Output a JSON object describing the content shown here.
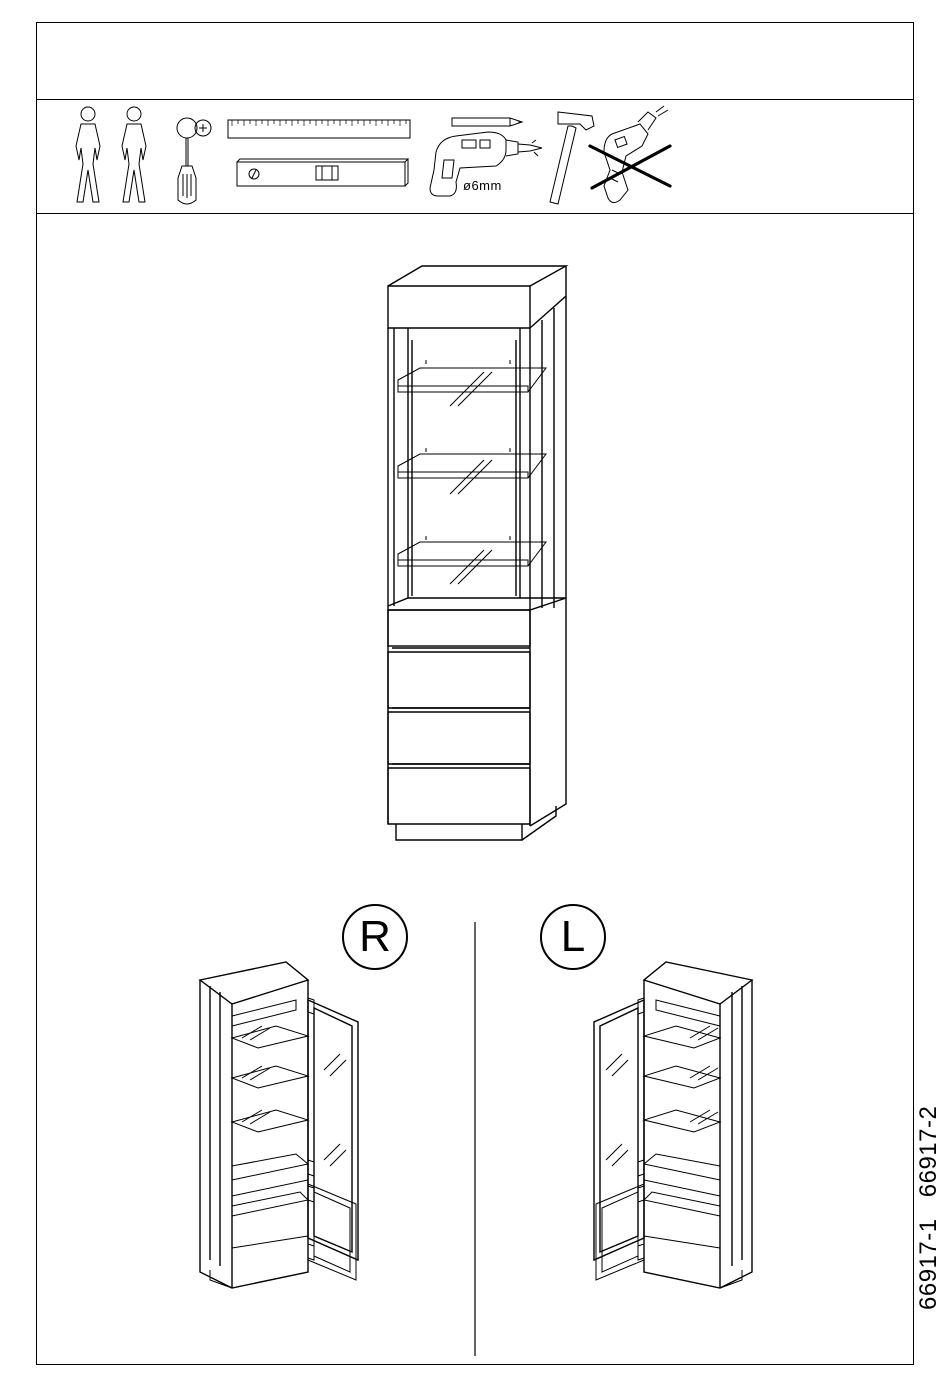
{
  "tools": {
    "people_icon": "two-people-icon",
    "screwdriver_icon": "phillips-screwdriver-icon",
    "ruler_icon": "ruler-icon",
    "level_icon": "spirit-level-icon",
    "pencil_icon": "pencil-icon",
    "drill_icon": "drill-icon",
    "drill_bit_label": "ø6mm",
    "hammer_icon": "hammer-icon",
    "no_power_drill_icon": "crossed-out-power-drill-icon"
  },
  "variants": {
    "right": {
      "label": "R"
    },
    "left": {
      "label": "L"
    }
  },
  "product_codes": [
    "66917-1",
    "66917-2"
  ]
}
